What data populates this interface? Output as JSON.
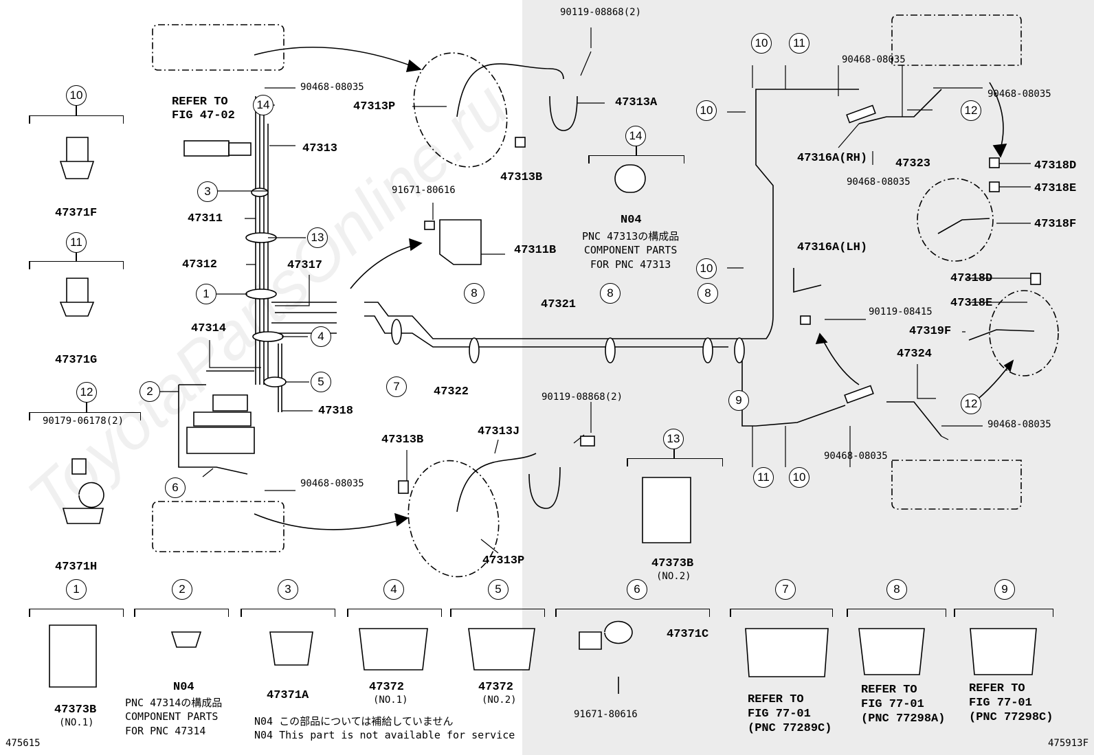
{
  "watermark": "ToyotaPartsOnline.ru",
  "top_labels": {
    "p90119_08868_top": "90119-08868(2)",
    "p90468_top_l": "90468-08035",
    "refer_fig_47_02": [
      "REFER TO",
      "FIG 47-02"
    ],
    "p47313": "47313",
    "p47313P_top": "47313P",
    "p47313A": "47313A",
    "p47313B_top": "47313B",
    "p91671_top": "91671-80616",
    "p47311B": "47311B",
    "p47311": "47311",
    "p47312": "47312",
    "p47317": "47317",
    "p47314": "47314",
    "p47318": "47318",
    "p47321": "47321",
    "p47322": "47322",
    "p90119_08868_bot": "90119-08868(2)",
    "p47313J": "47313J",
    "p47313B_bot": "47313B",
    "p90468_bot_l": "90468-08035",
    "p47313P_bot": "47313P",
    "n04": "N04",
    "n04_note": [
      "PNC 47313の構成品",
      "COMPONENT PARTS",
      "FOR PNC 47313"
    ],
    "p47373B_mid": "47373B",
    "p47373B_mid_no": "(NO.2)",
    "p90468_r1": "90468-08035",
    "p90468_r2": "90468-08035",
    "p47316A_RH": "47316A(RH)",
    "p47323": "47323",
    "p90468_r3": "90468-08035",
    "p47318D_top": "47318D",
    "p47318E_top": "47318E",
    "p47318F": "47318F",
    "p47316A_LH": "47316A(LH)",
    "p90119_08415": "90119-08415",
    "p47318D_bot": "47318D",
    "p47318E_bot": "47318E",
    "p47319F": "47319F",
    "p47324": "47324",
    "p90468_r4": "90468-08035",
    "p90468_r5": "90468-08035"
  },
  "left_column": {
    "p47371F": "47371F",
    "p47371G": "47371G",
    "p90179": "90179-06178(2)",
    "p47371H": "47371H"
  },
  "bottom_row": {
    "p47373B_no1": "47373B",
    "no1_a": "(NO.1)",
    "n04_b": "N04",
    "n04_b_note": [
      "PNC 47314の構成品",
      "COMPONENT PARTS",
      "FOR PNC 47314"
    ],
    "p47371A": "47371A",
    "p47372_no1": "47372",
    "no1_b": "(NO.1)",
    "p47372_no2": "47372",
    "no2_b": "(NO.2)",
    "p47371C": "47371C",
    "p91671_bot": "91671-80616",
    "refer_77289C": [
      "REFER TO",
      "FIG 77-01",
      "(PNC 77289C)"
    ],
    "refer_77298A": [
      "REFER TO",
      "FIG 77-01",
      "(PNC 77298A)"
    ],
    "refer_77298C": [
      "REFER TO",
      "FIG 77-01",
      "(PNC 77298C)"
    ]
  },
  "footnotes": [
    "N04 この部品については補給していません",
    "N04 This part is not available for service"
  ],
  "fig_left": "475615",
  "fig_right": "475913F",
  "circles": [
    "10",
    "11",
    "12",
    "1",
    "2",
    "3",
    "4",
    "5",
    "6",
    "7",
    "8",
    "9",
    "13",
    "14"
  ]
}
